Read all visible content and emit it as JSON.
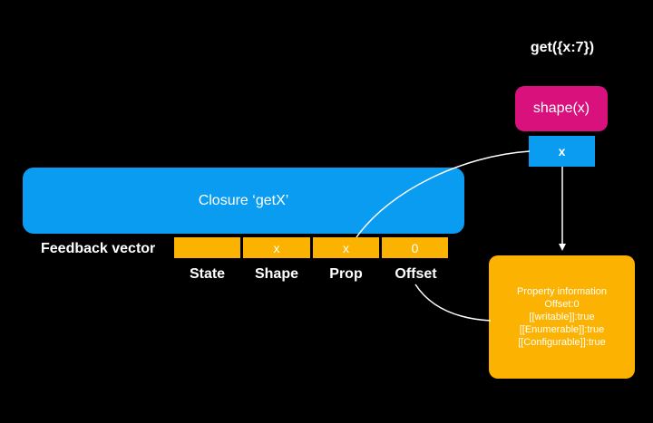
{
  "title": "get({x:7})",
  "shape": {
    "label": "shape(x)",
    "property": "x"
  },
  "closure": {
    "label": "Closure ‘getX’"
  },
  "feedback_vector": {
    "label": "Feedback vector",
    "slots": [
      {
        "value": "",
        "label": "State"
      },
      {
        "value": "x",
        "label": "Shape"
      },
      {
        "value": "x",
        "label": "Prop"
      },
      {
        "value": "0",
        "label": "Offset"
      }
    ]
  },
  "property_info": {
    "lines": [
      "Property information",
      "Offset:0",
      "[[writable]]:true",
      "[[Enumerable]]:true",
      "[[Configurable]]:true"
    ]
  },
  "colors": {
    "background": "#000000",
    "blue": "#0a9cf0",
    "magenta": "#d8117c",
    "orange": "#fbb200",
    "text": "#ffffff"
  }
}
